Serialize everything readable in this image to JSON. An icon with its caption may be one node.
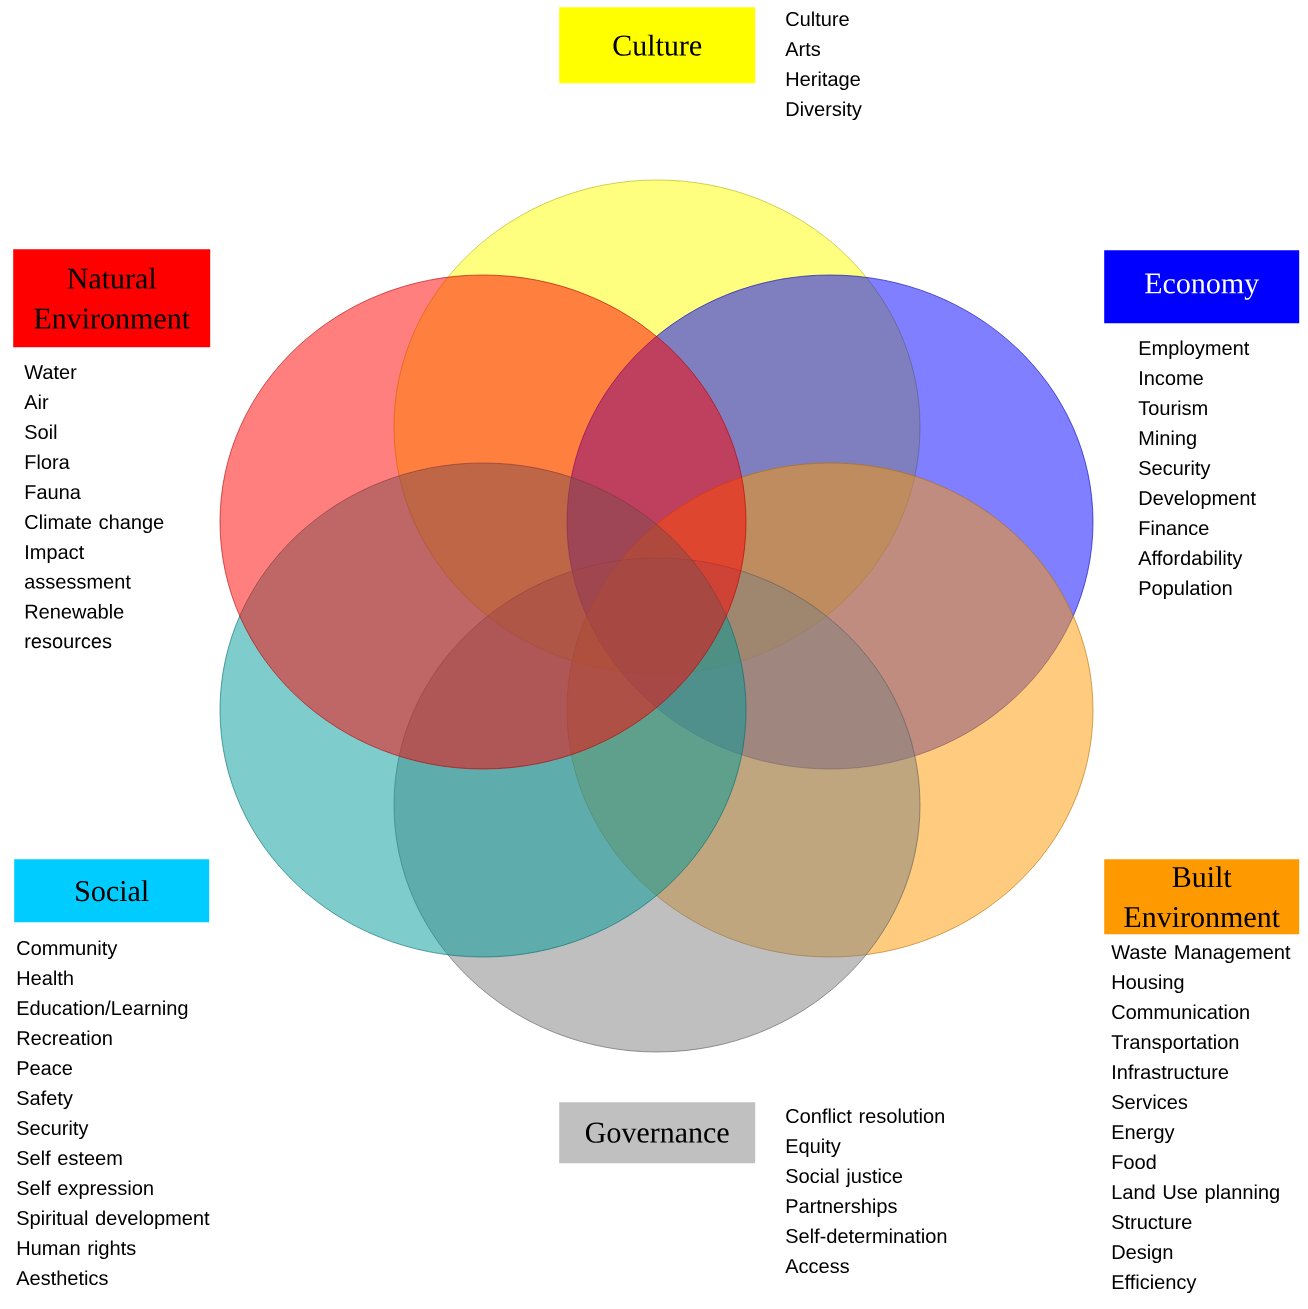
{
  "diagram": {
    "nodes": [
      {
        "text": [
          "Culture"
        ],
        "beside": [
          "Culture",
          "Arts",
          "Heritage",
          "Diversity"
        ]
      },
      {
        "text": [
          "Natural Environment"
        ],
        "beside": [
          "Water",
          "Air",
          "Soil",
          "Flora",
          "Fauna",
          "Climate change",
          "Impact assessment",
          "Renewable resources"
        ]
      },
      {
        "text": [
          "Economy"
        ],
        "beside": [
          "Employment",
          "Income",
          "Tourism",
          "Mining",
          "Security",
          "Development",
          "Finance",
          "Affordability",
          "Population"
        ]
      },
      {
        "text": [
          "Social"
        ],
        "beside": [
          "Community",
          "Health",
          "Education/Learning",
          "Recreation",
          "Peace",
          "Safety",
          "Security",
          "Self esteem",
          "Self expression",
          "Spiritual development",
          "Human rights",
          "Aesthetics"
        ]
      },
      {
        "text": [
          "Built Environment"
        ],
        "beside": [
          "Waste Management",
          "Housing",
          "Communication",
          "Transportation",
          "Infrastructure",
          "Services",
          "Energy",
          "Food",
          "Land Use planning",
          "Structure",
          "Design",
          "Efficiency"
        ]
      },
      {
        "text": [
          "Governance"
        ],
        "beside": [
          "Conflict resolution",
          "Equity",
          "Social justice",
          "Partnerships",
          "Self-determination",
          "Access"
        ]
      }
    ]
  }
}
